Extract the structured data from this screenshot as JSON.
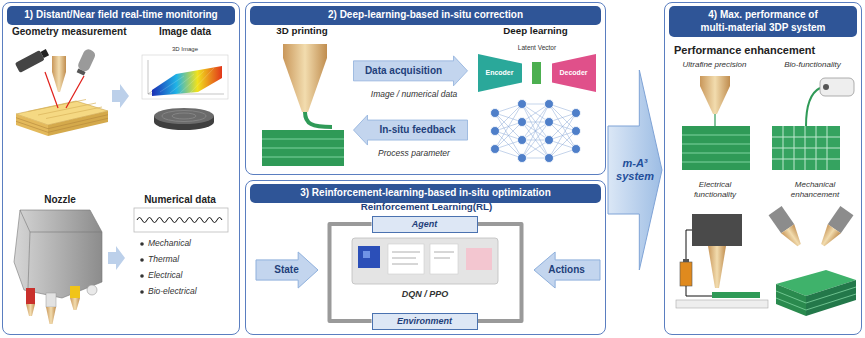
{
  "diagram": {
    "nodes": [
      {
        "text": [
          "1) Distant/Near field real-time monitoring"
        ]
      },
      {
        "text": [
          "2) Deep-learning-based in-situ correction"
        ]
      },
      {
        "text": [
          "3D printing"
        ],
        "in": 1
      },
      {
        "text": [
          "Deep learning"
        ],
        "in": 1
      },
      {
        "text": [
          "Encoder"
        ],
        "in": 3
      },
      {
        "text": [
          "Decoder"
        ],
        "in": 3
      },
      {
        "text": [
          "3) Reinforcement-learning-based in-situ optimization"
        ]
      },
      {
        "text": [
          "Reinforcement Learning(RL)"
        ],
        "in": 6
      },
      {
        "text": [
          "Agent"
        ],
        "in": 7
      },
      {
        "text": [
          "Environment"
        ],
        "in": 7
      },
      {
        "text": [
          "State"
        ],
        "in": 6
      },
      {
        "text": [
          "Actions"
        ],
        "in": 6
      },
      {
        "text": [
          "m-A³ system"
        ]
      },
      {
        "text": [
          "4) Max. performance of multi-material 3DP system"
        ]
      }
    ],
    "edges": [
      {
        "from": 2,
        "to": 3,
        "arrow": "to",
        "label": "Data acquisition"
      },
      {
        "from": 3,
        "to": 2,
        "arrow": "to",
        "label": "In-situ feedback"
      },
      {
        "from": 8,
        "to": 9,
        "arrow": "none"
      },
      {
        "from": 9,
        "to": 8,
        "arrow": "none"
      }
    ],
    "labels": [
      "Geometry measurement",
      "Image data",
      "3D Image",
      "Nozzle",
      "Numerical data",
      "Mechanical",
      "Thermal",
      "Electrical",
      "Bio-electrical",
      "Image / numerical data",
      "Process parameter",
      "Latent Vector",
      "DQN / PPO",
      "Performance enhancement",
      "Ultrafine precision",
      "Bio-functionality",
      "Electrical functionality",
      "Mechanical enhancement"
    ]
  }
}
